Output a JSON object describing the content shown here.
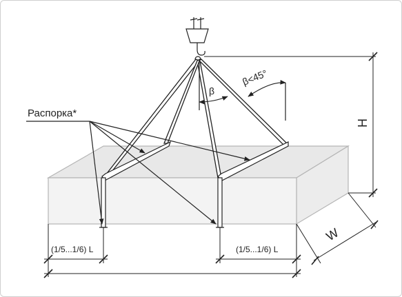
{
  "labels": {
    "spreader": "Распорка*",
    "angle_beta": "β",
    "angle_limit": "β<45°",
    "height": "H",
    "width": "W",
    "offset_left": "(1/5...1/6) L",
    "offset_right": "(1/5...1/6) L"
  }
}
